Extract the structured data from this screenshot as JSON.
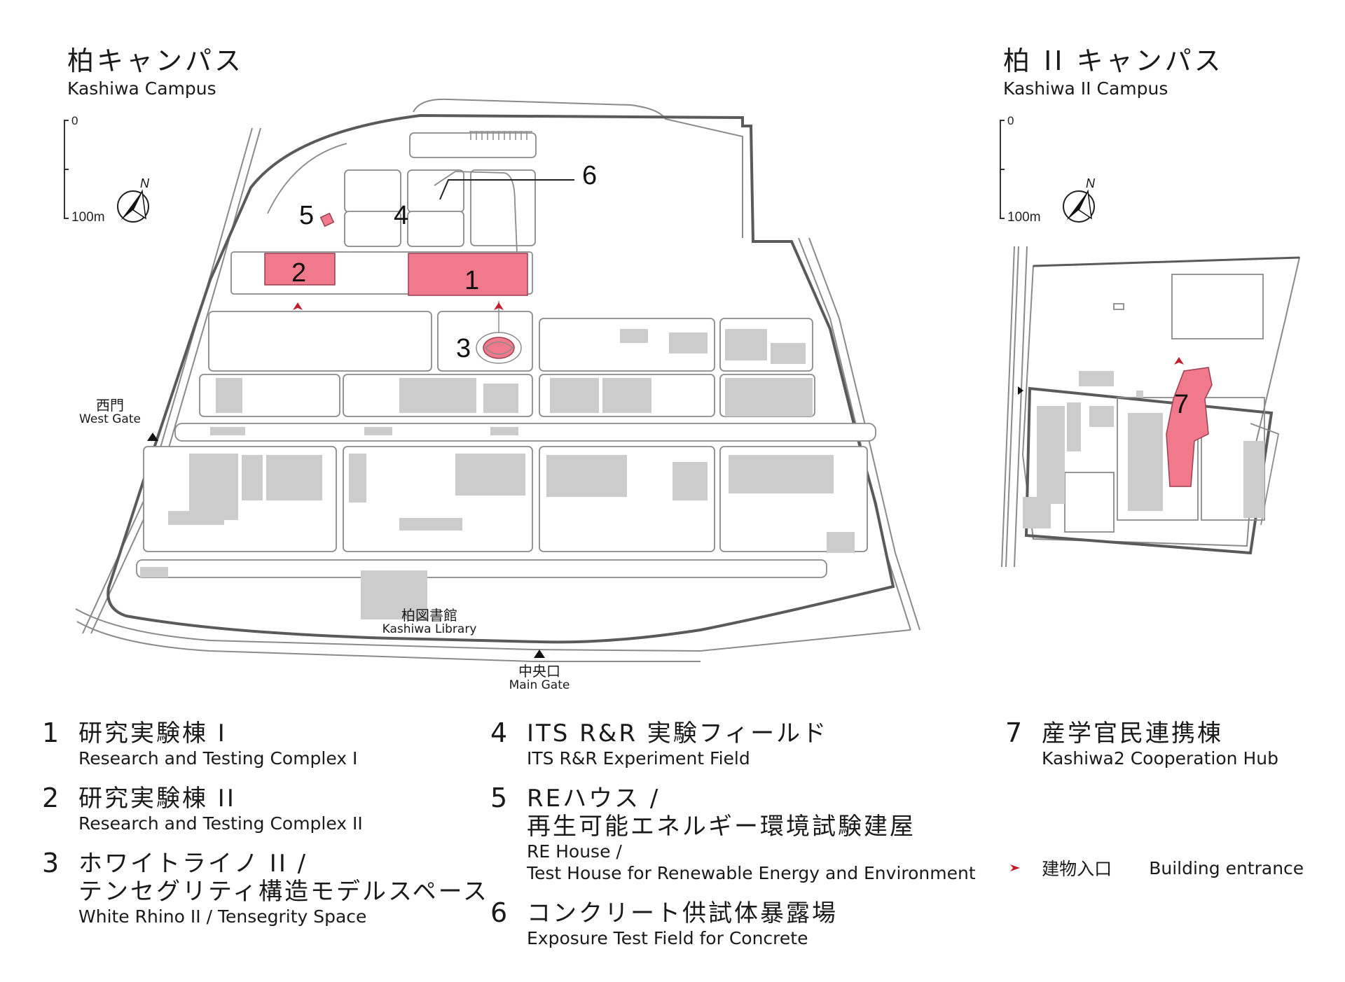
{
  "campus_main": {
    "title_jp": "柏キャンパス",
    "title_en": "Kashiwa Campus",
    "scale_top": "0",
    "scale_bottom": "100m",
    "north": "N"
  },
  "campus_second": {
    "title_jp": "柏 II キャンパス",
    "title_en": "Kashiwa II  Campus",
    "scale_top": "0",
    "scale_bottom": "100m",
    "north": "N"
  },
  "map_labels": {
    "west_gate_jp": "西門",
    "west_gate_en": "West Gate",
    "library_jp": "柏図書館",
    "library_en": "Kashiwa Library",
    "main_gate_jp": "中央口",
    "main_gate_en": "Main Gate"
  },
  "markers": [
    "1",
    "2",
    "3",
    "4",
    "5",
    "6",
    "7"
  ],
  "legend": [
    {
      "num": "1",
      "jp": "研究実験棟 I",
      "en": "Research and Testing Complex  I"
    },
    {
      "num": "2",
      "jp": "研究実験棟 II",
      "en": "Research and Testing Complex  II"
    },
    {
      "num": "3",
      "jp": "ホワイトライノ II /",
      "jp2": "テンセグリティ構造モデルスペース",
      "en": "White Rhino  II / Tensegrity Space"
    },
    {
      "num": "4",
      "jp": "ITS  R&R  実験フィールド",
      "en": "ITS R&R Experiment Field"
    },
    {
      "num": "5",
      "jp": "REハウス  /",
      "jp2": "再生可能エネルギー環境試験建屋",
      "en": "RE House /",
      "en2": "Test House for Renewable Energy and Environment"
    },
    {
      "num": "6",
      "jp": "コンクリート供試体暴露場",
      "en": "Exposure Test Field for Concrete"
    },
    {
      "num": "7",
      "jp": "産学官民連携棟",
      "en": "Kashiwa2 Cooperation Hub"
    }
  ],
  "entrance_legend": {
    "jp": "建物入口",
    "en": "Building entrance"
  },
  "colors": {
    "highlight": "#f07a8c",
    "building_gray": "#cccccc",
    "road_line": "#8a8a8a",
    "boundary": "#555555",
    "entrance_red": "#c0202c"
  }
}
